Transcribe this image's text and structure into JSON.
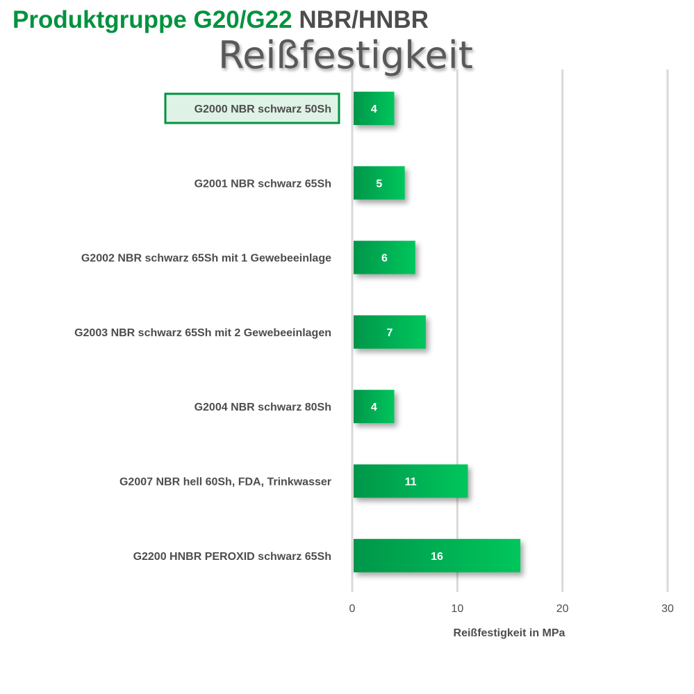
{
  "header": {
    "title_green": "Produktgruppe G20/G22",
    "title_gray": "NBR/HNBR",
    "subtitle": "Reißfestigkeit"
  },
  "colors": {
    "brand_green": "#00923f",
    "bar_green_dark": "#00964a",
    "bar_green_light": "#00c65c",
    "highlight_fill": "#dff2e6",
    "text_gray": "#4d4d4d"
  },
  "chart_data": {
    "type": "bar",
    "orientation": "horizontal",
    "categories": [
      "G2000 NBR schwarz 50Sh",
      "G2001 NBR schwarz 65Sh",
      "G2002 NBR schwarz 65Sh mit 1 Gewebeeinlage",
      "G2003 NBR schwarz 65Sh mit 2 Gewebeeinlagen",
      "G2004 NBR schwarz 80Sh",
      "G2007 NBR hell 60Sh, FDA, Trinkwasser",
      "G2200 HNBR PEROXID schwarz 65Sh"
    ],
    "values": [
      4,
      5,
      6,
      7,
      4,
      11,
      16
    ],
    "data_labels": [
      "4",
      "5",
      "6",
      "7",
      "4",
      "11",
      "16"
    ],
    "highlighted_index": 0,
    "xlabel": "Reißfestigkeit in MPa",
    "ylabel": "",
    "xlim": [
      0,
      30
    ],
    "xticks": [
      0,
      10,
      20,
      30
    ],
    "xtick_labels": [
      "0",
      "10",
      "20",
      "30"
    ],
    "grid": true,
    "legend": "none"
  }
}
